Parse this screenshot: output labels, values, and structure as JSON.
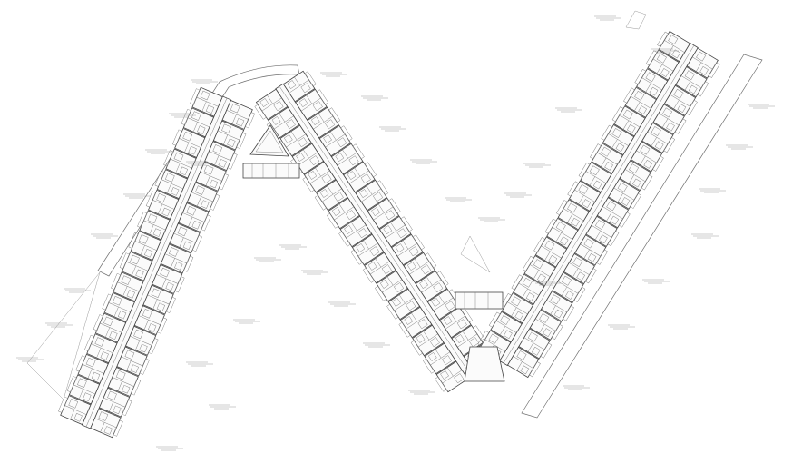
{
  "drawing": {
    "type": "architectural floor plan",
    "wings": [
      "west-wing",
      "central-wing",
      "east-wing"
    ],
    "wing_colors": {
      "line": "#6f6f6f",
      "wall": "#444444",
      "background": "#ffffff"
    },
    "unit_label_text": "",
    "courtyard_label": ""
  }
}
